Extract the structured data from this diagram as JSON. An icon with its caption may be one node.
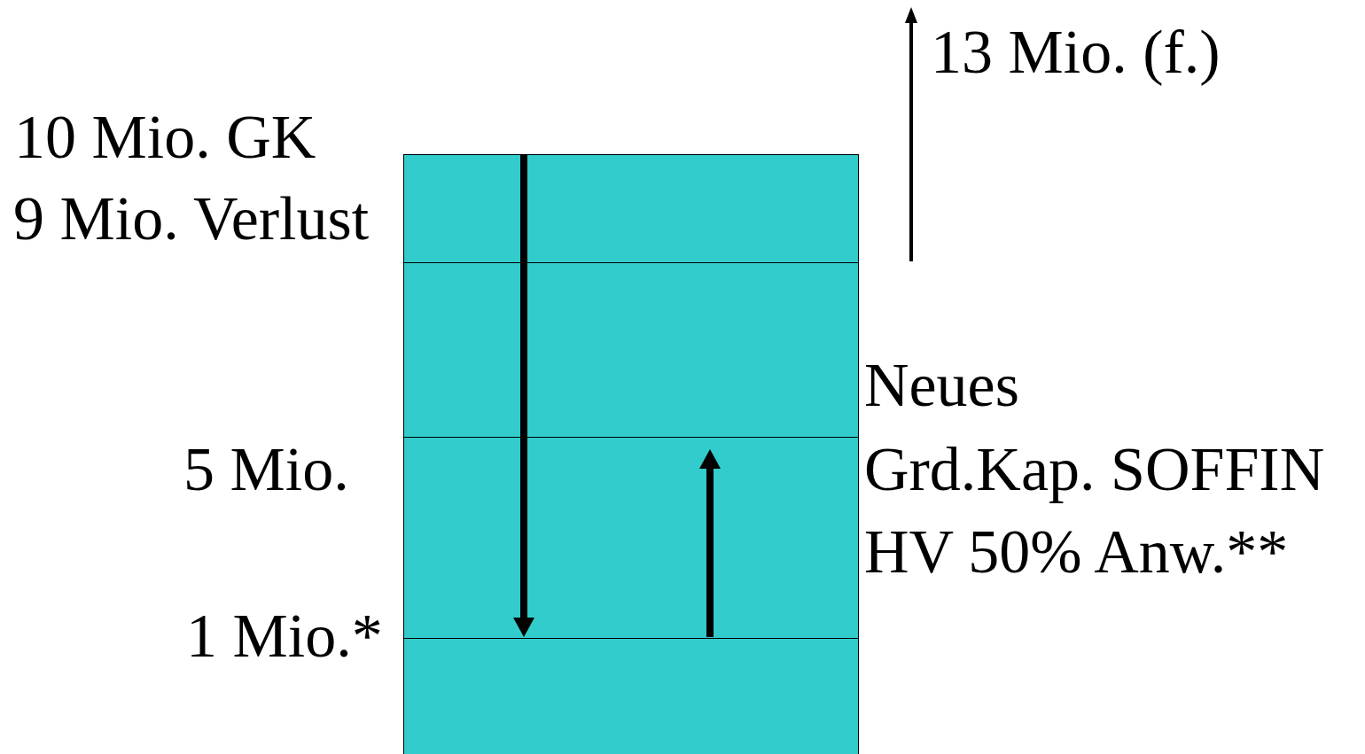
{
  "diagram": {
    "nodes": [
      {
        "text": [],
        "shape": "bar"
      }
    ],
    "labels": [
      "13 Mio. (f.)",
      "10 Mio. GK",
      "9 Mio. Verlust",
      "Neues",
      "5 Mio.",
      "Grd.Kap. SOFFIN",
      "HV 50% Anw.**",
      "1 Mio.*"
    ]
  }
}
